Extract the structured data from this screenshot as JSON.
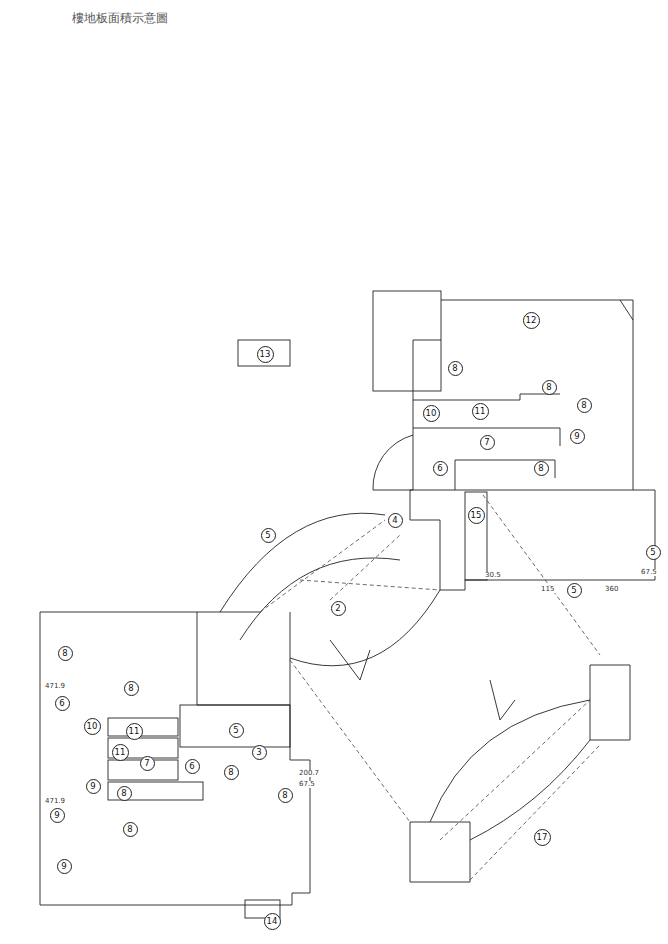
{
  "diagram": {
    "title": "樓地板面積示意圖",
    "nodes": [
      {
        "text": [
          "13"
        ]
      },
      {
        "text": [
          "12"
        ]
      },
      {
        "text": [
          "8"
        ]
      },
      {
        "text": [
          "8"
        ]
      },
      {
        "text": [
          "8"
        ]
      },
      {
        "text": [
          "11"
        ]
      },
      {
        "text": [
          "10"
        ]
      },
      {
        "text": [
          "9"
        ]
      },
      {
        "text": [
          "7"
        ]
      },
      {
        "text": [
          "6"
        ]
      },
      {
        "text": [
          "8"
        ]
      },
      {
        "text": [
          "4"
        ]
      },
      {
        "text": [
          "15"
        ]
      },
      {
        "text": [
          "5"
        ]
      },
      {
        "text": [
          "5"
        ]
      },
      {
        "text": [
          "5"
        ]
      },
      {
        "text": [
          "2"
        ]
      },
      {
        "text": [
          "8"
        ]
      },
      {
        "text": [
          "8"
        ]
      },
      {
        "text": [
          "6"
        ]
      },
      {
        "text": [
          "10"
        ]
      },
      {
        "text": [
          "11"
        ]
      },
      {
        "text": [
          "5"
        ]
      },
      {
        "text": [
          "11"
        ]
      },
      {
        "text": [
          "7"
        ]
      },
      {
        "text": [
          "3"
        ]
      },
      {
        "text": [
          "6"
        ]
      },
      {
        "text": [
          "8"
        ]
      },
      {
        "text": [
          "9"
        ]
      },
      {
        "text": [
          "8"
        ]
      },
      {
        "text": [
          "8"
        ]
      },
      {
        "text": [
          "9"
        ]
      },
      {
        "text": [
          "8"
        ]
      },
      {
        "text": [
          "17"
        ]
      },
      {
        "text": [
          "9"
        ]
      },
      {
        "text": [
          "14"
        ]
      }
    ],
    "labels": [
      "471.9",
      "471.9",
      "67.5",
      "30.5",
      "360",
      "115",
      "200.7",
      "67.5"
    ]
  }
}
